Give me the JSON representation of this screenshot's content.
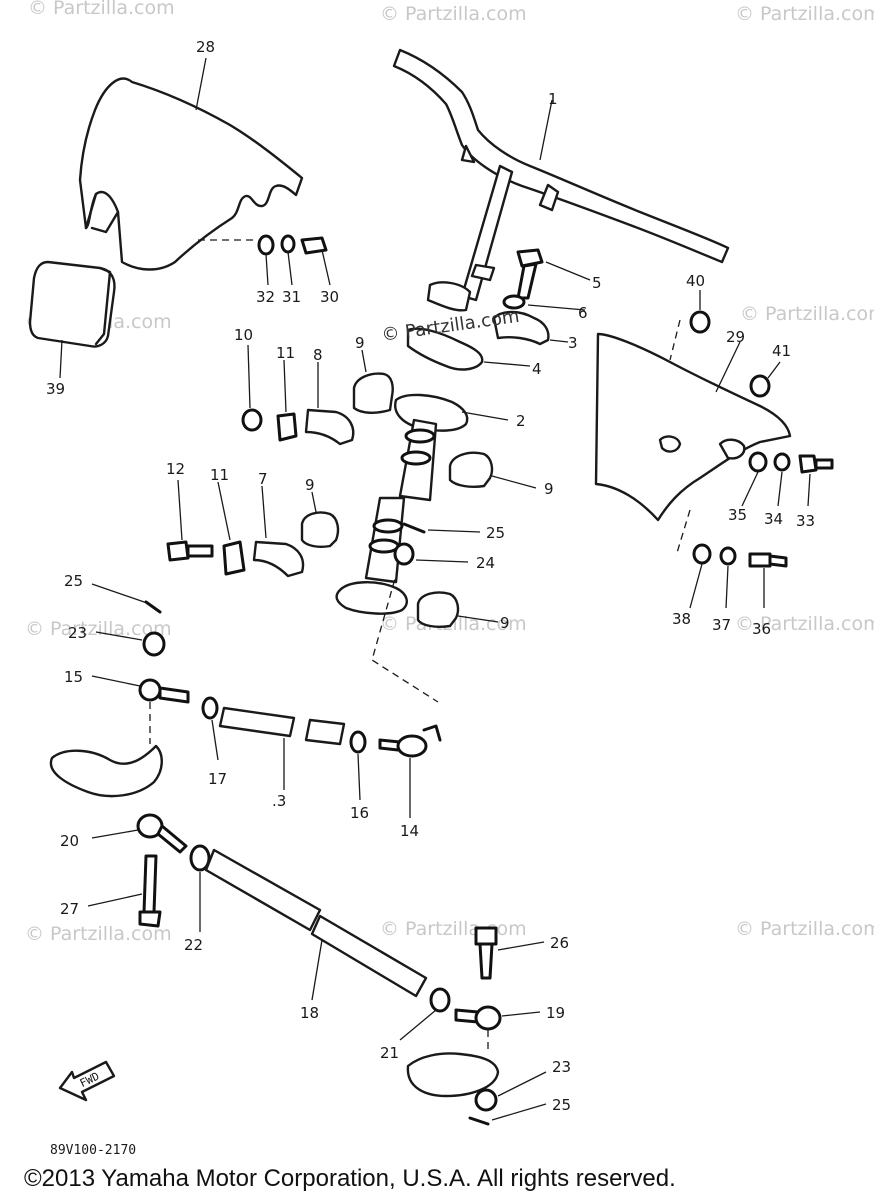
{
  "watermark_text": "© Partzilla.com",
  "center_watermark": "© Partzilla.com",
  "drawing_code": "89V100-2170",
  "fwd_label": "FWD",
  "copyright": "©2013 Yamaha Motor Corporation, U.S.A. All rights reserved.",
  "callouts": {
    "c1": "1",
    "c2": "2",
    "c3": "3",
    "c4": "4",
    "c5": "5",
    "c6": "6",
    "c7": "7",
    "c8": "8",
    "c9a": "9",
    "c9b": "9",
    "c9c": "9",
    "c9d": "9",
    "c10": "10",
    "c11a": "11",
    "c11b": "11",
    "c12": "12",
    "c13": ".3",
    "c14": "14",
    "c15": "15",
    "c16": "16",
    "c17": "17",
    "c18": "18",
    "c19": "19",
    "c20": "20",
    "c21": "21",
    "c22": "22",
    "c23a": "23",
    "c23b": "23",
    "c24": "24",
    "c25a": "25",
    "c25b": "25",
    "c25c": "25",
    "c26": "26",
    "c27": "27",
    "c28": "28",
    "c29": "29",
    "c30": "30",
    "c31": "31",
    "c32": "32",
    "c33": "33",
    "c34": "34",
    "c35": "35",
    "c36": "36",
    "c37": "37",
    "c38": "38",
    "c39": "39",
    "c40": "40",
    "c41": "41"
  }
}
